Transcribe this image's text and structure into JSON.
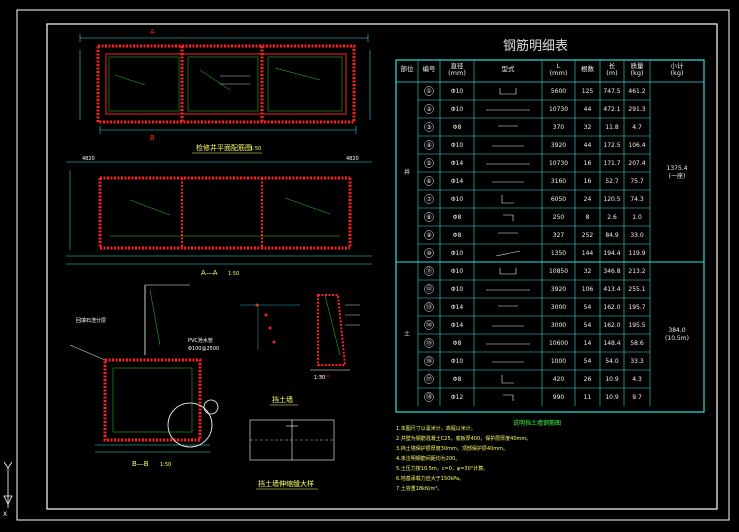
{
  "colors": {
    "background": "#000000",
    "frame": "#ffffff",
    "table_lines": "#30e0e0",
    "rebar": "#ff2020",
    "text": "#f0f0f0",
    "green_text": "#40ff40",
    "yellow_text": "#ffff66"
  },
  "table": {
    "title": "钢筋明细表",
    "headers": [
      "部位",
      "编号",
      "直径\n(mm)",
      "型式",
      "L\n(mm)",
      "根数",
      "长\n(m)",
      "质量\n(kg)",
      "小计\n(kg)"
    ],
    "groups": [
      {
        "label": "井",
        "subtotal": "1375.4\n(一座)",
        "rows": [
          [
            "①",
            "Φ10",
            "5600",
            "125",
            "747.5",
            "461.2"
          ],
          [
            "②",
            "Φ10",
            "10730",
            "44",
            "472.1",
            "291.3"
          ],
          [
            "③",
            "Φ8",
            "370",
            "32",
            "11.8",
            "4.7"
          ],
          [
            "④",
            "Φ10",
            "3920",
            "44",
            "172.5",
            "106.4"
          ],
          [
            "⑤",
            "Φ14",
            "10730",
            "16",
            "171.7",
            "207.4"
          ],
          [
            "⑥",
            "Φ14",
            "3160",
            "16",
            "52.7",
            "75.7"
          ],
          [
            "⑦",
            "Φ10",
            "6050",
            "24",
            "120.5",
            "74.3"
          ],
          [
            "⑧",
            "Φ8",
            "250",
            "8",
            "2.6",
            "1.0"
          ],
          [
            "⑨",
            "Φ8",
            "327",
            "252",
            "84.9",
            "33.0"
          ],
          [
            "⑩",
            "Φ10",
            "1350",
            "144",
            "194.4",
            "119.9"
          ]
        ]
      },
      {
        "label": "土",
        "subtotal": "384.0\n(10.5m)",
        "rows": [
          [
            "⑪",
            "Φ10",
            "10850",
            "32",
            "346.8",
            "213.2"
          ],
          [
            "⑫",
            "Φ10",
            "3920",
            "106",
            "413.4",
            "255.1"
          ],
          [
            "⑬",
            "Φ14",
            "3000",
            "54",
            "162.0",
            "195.7"
          ],
          [
            "⑭",
            "Φ14",
            "3000",
            "54",
            "162.0",
            "195.5"
          ],
          [
            "⑮",
            "Φ8",
            "10600",
            "14",
            "148.4",
            "58.6"
          ],
          [
            "⑯",
            "Φ10",
            "1000",
            "54",
            "54.0",
            "33.3"
          ],
          [
            "⑰",
            "Φ8",
            "420",
            "26",
            "10.9",
            "4.3"
          ],
          [
            "⑱",
            "Φ12",
            "990",
            "11",
            "10.9",
            "9.7"
          ]
        ]
      }
    ],
    "footer_label": "说明挡土墙钢筋图"
  },
  "drawings": {
    "plan_title": "检修井平面配筋图",
    "plan_scale": "1:50",
    "section_aa_title": "A—A",
    "section_aa_scale": "1:50",
    "section_bb_title": "B—B",
    "section_bb_scale": "1:50",
    "wall_title": "挡土墙",
    "wall_detail_title": "挡土墙伸缩缝大样",
    "label_a": "A",
    "label_b": "B",
    "dim_4820_left": "4820",
    "dim_4820_right": "4820",
    "pvc_note": "PVC泄水管",
    "pvc_size": "Φ100@2500",
    "drain_note": "回填石渣分层",
    "dim_c30": "C30",
    "dim_1_30": "1:30"
  },
  "notes": [
    "1.本图尺寸以毫米计，高程以米计。",
    "2.井壁为钢筋混凝土C25，底板厚400，保护层厚度40mm。",
    "3.挡土墙保护层厚度30mm，顶部保护层40mm。",
    "4.未注明钢筋间距均为200。",
    "5.土压力按10.5m，c=0，φ=30°计算。",
    "6.地基承载力应大于150kPa。",
    "7.土容重18kN/m³。"
  ],
  "ucs": {
    "y": "Y",
    "x": "X"
  }
}
